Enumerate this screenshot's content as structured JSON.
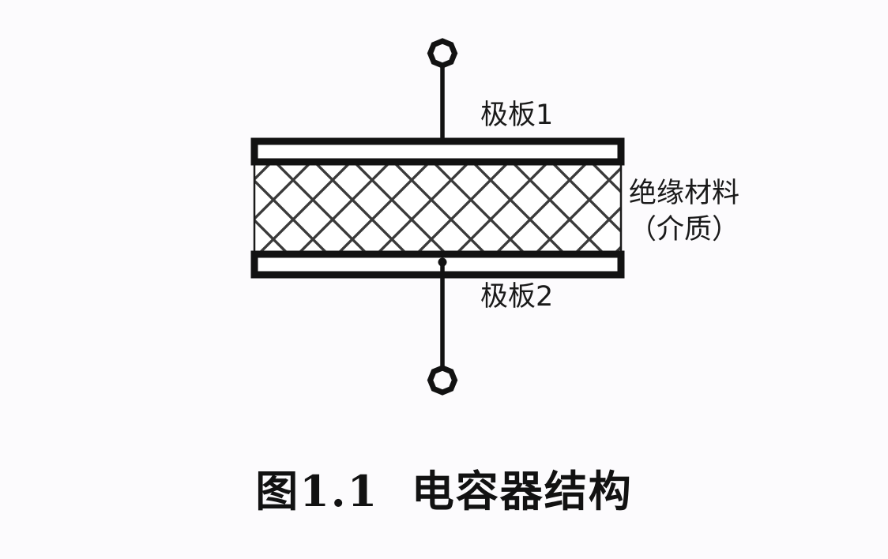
{
  "figure": {
    "caption": "图1.1  电容器结构",
    "background_color": "#fcfbfd",
    "ink_color": "#121212",
    "hatch_color": "#3a3a3a"
  },
  "labels": {
    "plate_top": "极板1",
    "plate_bottom": "极板2",
    "dielectric_line1": "绝缘材料",
    "dielectric_line2": "（介质）"
  },
  "diagram": {
    "type": "capacitor-structure",
    "terminal_top_shape": "octagon",
    "terminal_bottom_shape": "octagon",
    "plate_top_label_ref": "极板1",
    "plate_bottom_label_ref": "极板2",
    "dielectric_fill": "cross-hatch"
  }
}
